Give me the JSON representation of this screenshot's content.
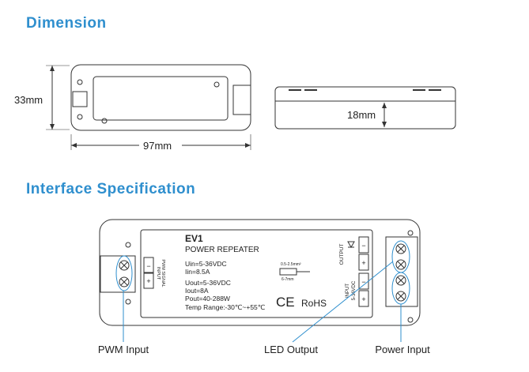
{
  "headings": {
    "dimension": "Dimension",
    "interface": "Interface Specification"
  },
  "dimensions": {
    "height": "33mm",
    "width": "97mm",
    "depth": "18mm"
  },
  "label": {
    "model": "EV1",
    "subtitle": "POWER REPEATER",
    "uin": "Uin=5-36VDC",
    "iin": "Iin=8.5A",
    "uout": "Uout=5-36VDC",
    "iout": "Iout=8A",
    "pout": "Pout=40-288W",
    "temp": "Temp Range:-30℃~+55℃",
    "wire_spec": "0.5-2.5mm²",
    "strip": "6-7mm",
    "ce": "CE",
    "rohs": "RoHS",
    "input_pwm_line1": "INPUT",
    "input_pwm_line2": "PWM SIGNAL",
    "output": "OUTPUT",
    "input_power_line1": "INPUT",
    "input_power_line2": "5-36VDC",
    "minus": "−",
    "plus": "+"
  },
  "callouts": {
    "pwm": "PWM Input",
    "led": "LED Output",
    "power": "Power Input"
  },
  "colors": {
    "accent": "#2f8fce",
    "line": "#333333"
  }
}
